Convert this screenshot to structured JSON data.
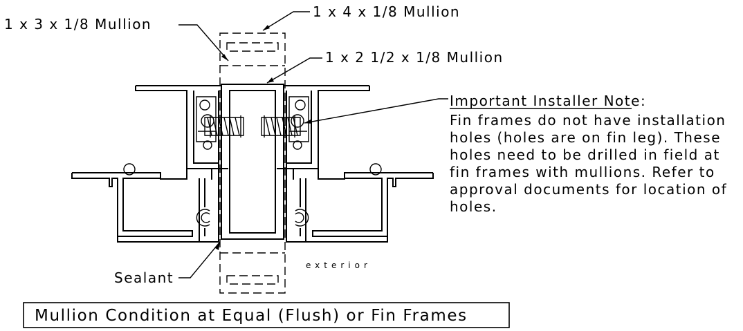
{
  "labels": {
    "mullion_1x3": "1 x 3 x 1/8 Mullion",
    "mullion_1x4": "1 x 4 x 1/8 Mullion",
    "mullion_1x2_5": "1 x 2 1/2 x 1/8 Mullion",
    "sealant": "Sealant",
    "exterior": "exterior"
  },
  "note": {
    "heading": "Important Installer Note:",
    "lines": [
      "Fin frames do not have installation",
      "holes (holes are on fin leg). These",
      "holes need to be drilled in field at",
      "fin frames with mullions. Refer to",
      "approval documents for location of",
      "holes."
    ]
  },
  "title": "Mullion Condition at Equal (Flush) or Fin Frames"
}
